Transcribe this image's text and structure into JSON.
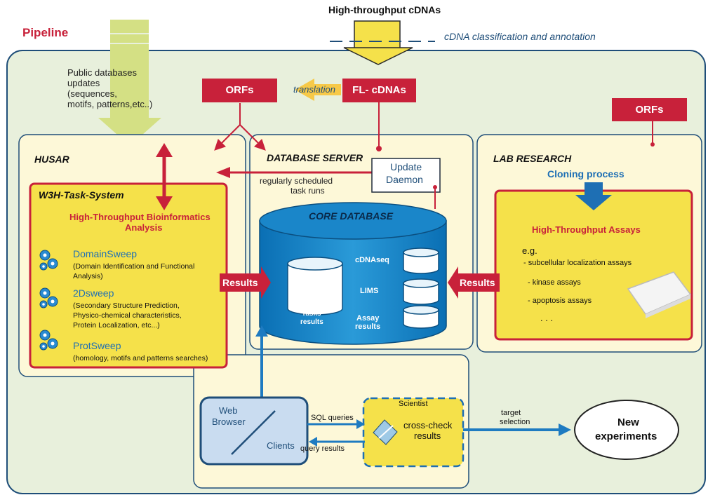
{
  "title": "Pipeline",
  "top": {
    "input_label": "High-throughput cDNAs",
    "classification_label": "cDNA classification and annotation"
  },
  "public_db": {
    "line1": "Public databases",
    "line2": "updates",
    "line3": "(sequences,",
    "line4": "motifs, patterns,etc..)"
  },
  "orfs_left": "ORFs",
  "orfs_right": "ORFs",
  "translation_label": "translation",
  "fl_cdnas": "FL- cDNAs",
  "husar": {
    "title": "HUSAR",
    "task_system_title": "W3H-Task-System",
    "analysis_title_line1": "High-Throughput Bioinformatics",
    "analysis_title_line2": "Analysis",
    "tools": [
      {
        "name": "DomainSweep",
        "desc1": "(Domain Identification and Functional",
        "desc2": "Analysis)",
        "desc3": "",
        "icon": "gears-icon"
      },
      {
        "name": "2Dsweep",
        "desc1": "(Secondary Structure Prediction,",
        "desc2": "Physico-chemical characteristics,",
        "desc3": "Protein Localization, etc...)",
        "icon": "gears-icon"
      },
      {
        "name": "ProtSweep",
        "desc1": "(homology, motifs and patterns searches)",
        "desc2": "",
        "desc3": "",
        "icon": "gears-icon"
      }
    ]
  },
  "db_server": {
    "title": "DATABASE SERVER",
    "update_daemon_line1": "Update",
    "update_daemon_line2": "Daemon",
    "scheduled_line1": "regularly scheduled",
    "scheduled_line2": "task runs",
    "core_db_title": "CORE DATABASE",
    "tasks_line1": "Tasks",
    "tasks_line2": "results",
    "cdnaseq": "cDNAseq",
    "lims": "LIMS",
    "assay_line1": "Assay",
    "assay_line2": "results"
  },
  "results_left": "Results",
  "results_right": "Results",
  "lab": {
    "title": "LAB RESEARCH",
    "cloning": "Cloning process",
    "assays_title": "High-Throughput Assays",
    "eg": "e.g.",
    "assay_items": [
      "- subcellular localization assays",
      "- kinase assays",
      "- apoptosis assays"
    ],
    "ellipsis": ".   .   ."
  },
  "clients": {
    "web_browser_line1": "Web",
    "web_browser_line2": "Browser",
    "clients_label": "Clients",
    "sql_queries": "SQL queries",
    "query_results": "query results",
    "scientist": "Scientist",
    "cross_check_line1": "cross-check",
    "cross_check_line2": "results",
    "target_line1": "target",
    "target_line2": "selection",
    "new_exp_line1": "New",
    "new_exp_line2": "experiments"
  },
  "colors": {
    "red": "#c8213a",
    "navy": "#1f4e79",
    "blue": "#1e7bc1",
    "yellow": "#f5e14a",
    "light_green_bg": "#e8f0dc",
    "cream": "#fdf8d8",
    "lime_arrow": "#d4e084"
  }
}
